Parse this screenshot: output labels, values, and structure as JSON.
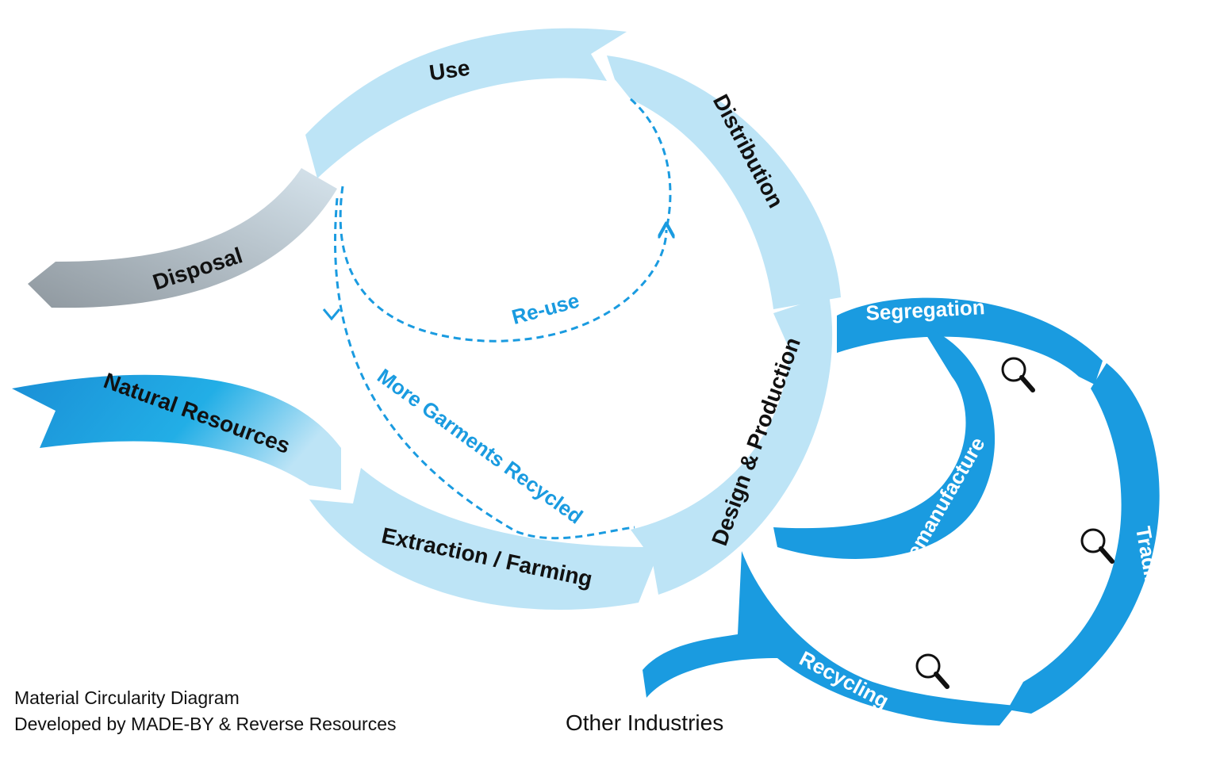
{
  "colors": {
    "light_blue": "#bde4f6",
    "mid_blue": "#1a9be0",
    "dashed_blue": "#1a9be0",
    "grey_dark": "#9aa3ab",
    "grey_light": "#cfdde6",
    "text_dark": "#111111"
  },
  "main_cycle": {
    "use": "Use",
    "distribution": "Distribution",
    "design_production": "Design & Production",
    "extraction_farming": "Extraction / Farming"
  },
  "inputs_outputs": {
    "disposal": "Disposal",
    "natural_resources": "Natural Resources"
  },
  "loops": {
    "reuse": "Re-use",
    "more_garments_recycled": "More Garments Recycled"
  },
  "recovery_cycle": {
    "segregation": "Segregation",
    "remanufacture": "Remanufacture",
    "trading": "Trading",
    "recycling": "Recycling"
  },
  "icons": [
    "magnifier-icon",
    "magnifier-icon",
    "magnifier-icon"
  ],
  "captions": {
    "line1": "Material Circularity Diagram",
    "line2": "Developed by MADE-BY & Reverse Resources",
    "other_industries": "Other Industries"
  }
}
